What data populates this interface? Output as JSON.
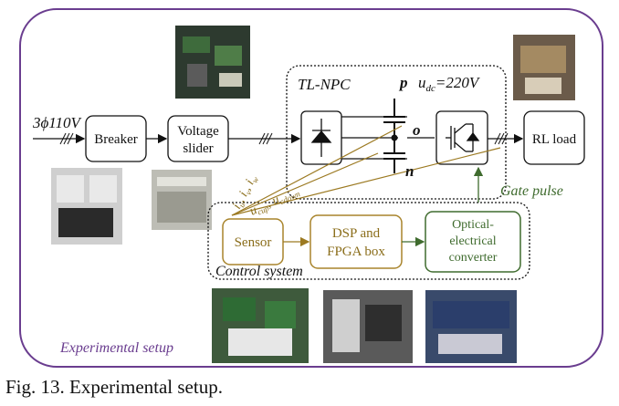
{
  "figure": {
    "input_label": "3ϕ110V",
    "blocks": {
      "breaker": "Breaker",
      "voltage_slider_line1": "Voltage",
      "voltage_slider_line2": "slider",
      "rl_load": "RL load",
      "sensor": "Sensor",
      "dsp_line1": "DSP and",
      "dsp_line2": "FPGA box",
      "optical_line1": "Optical-",
      "optical_line2": "electrical",
      "optical_line3": "converter"
    },
    "converter": {
      "title": "TL-NPC",
      "node_p": "p",
      "udc_label": "u",
      "udc_sub": "dc",
      "udc_value": "=220V",
      "node_o": "o",
      "node_n": "n"
    },
    "signals": {
      "currents": "i",
      "sub_u": "u",
      "sub_v": "v",
      "sub_w": "w",
      "ucup": "u",
      "ucup_sub": "cup",
      "ucdown": "u",
      "ucdown_sub": "cdown"
    },
    "gate_pulse": "Gate pulse",
    "control_system": "Control system",
    "experimental_setup": "Experimental setup"
  },
  "caption": "Fig. 13. Experimental setup.",
  "colors": {
    "frame": "#6a3d8f",
    "sensor_box": "#a8842b",
    "optical_box": "#3f6b2e",
    "signal_line": "#9c7a22"
  }
}
